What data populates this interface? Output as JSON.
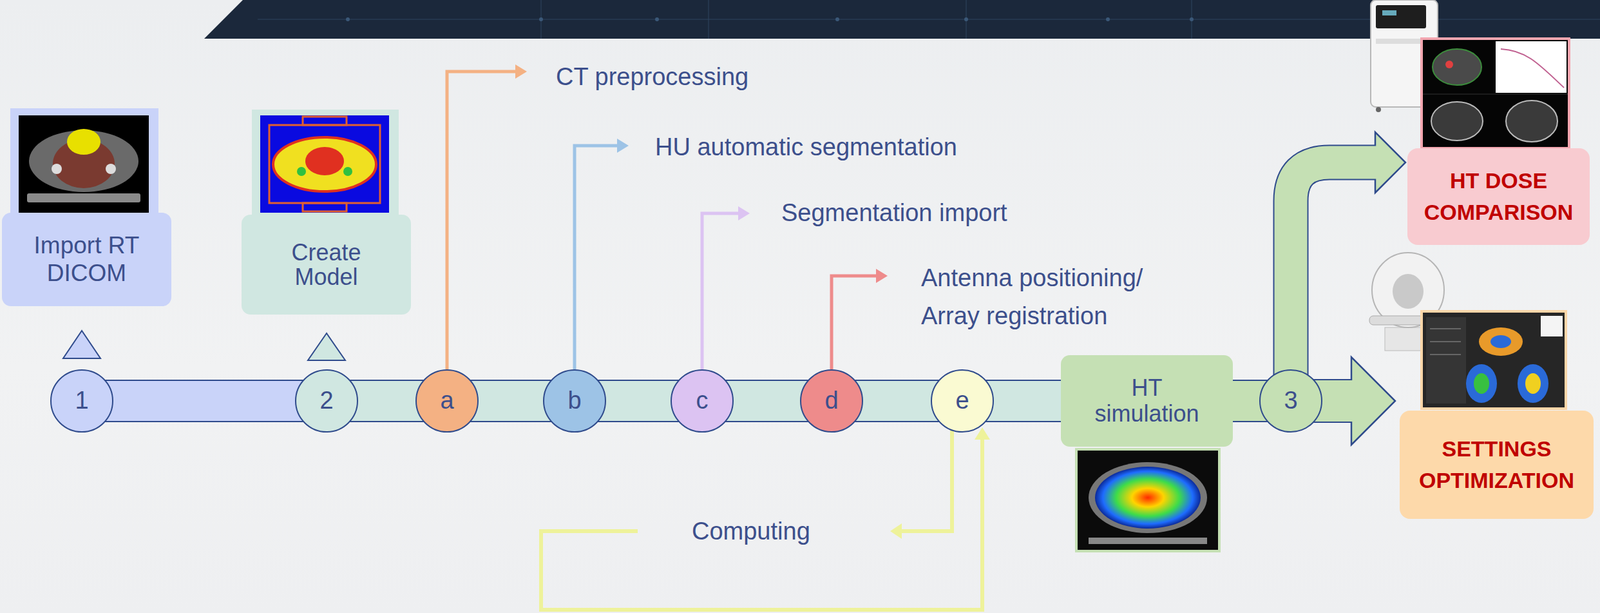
{
  "diagram": {
    "nodes": [
      {
        "text": [
          "Import RT DICOM"
        ]
      },
      {
        "text": [
          "Create Model"
        ]
      },
      {
        "text": [
          "1"
        ]
      },
      {
        "text": [
          "2"
        ]
      },
      {
        "text": [
          "a"
        ]
      },
      {
        "text": [
          "b"
        ]
      },
      {
        "text": [
          "c"
        ]
      },
      {
        "text": [
          "d"
        ]
      },
      {
        "text": [
          "e"
        ]
      },
      {
        "text": [
          "HT simulation"
        ]
      },
      {
        "text": [
          "3"
        ]
      },
      {
        "text": [
          "HT DOSE COMPARISON"
        ]
      },
      {
        "text": [
          "SETTINGS OPTIMIZATION"
        ]
      }
    ],
    "edges": [
      {
        "from": 2,
        "to": 3,
        "arrow": "none"
      },
      {
        "from": 3,
        "to": 4,
        "arrow": "none"
      },
      {
        "from": 4,
        "to": 5,
        "arrow": "none"
      },
      {
        "from": 5,
        "to": 6,
        "arrow": "none"
      },
      {
        "from": 6,
        "to": 7,
        "arrow": "none"
      },
      {
        "from": 7,
        "to": 8,
        "arrow": "none"
      },
      {
        "from": 8,
        "to": 9,
        "arrow": "none"
      },
      {
        "from": 9,
        "to": 10,
        "arrow": "none"
      },
      {
        "from": 10,
        "to": 12,
        "arrow": "to"
      },
      {
        "from": 10,
        "to": 11,
        "arrow": "to"
      }
    ],
    "labels": [
      "CT preprocessing",
      "HU automatic segmentation",
      "Segmentation import",
      "Antenna positioning/ Array registration",
      "Computing"
    ]
  }
}
